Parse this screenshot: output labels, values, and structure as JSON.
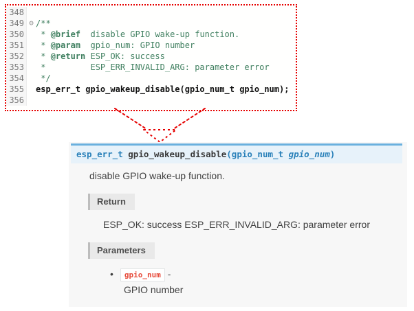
{
  "colors": {
    "highlight_border_red": "#e60000",
    "comment_green": "#3f7f5f",
    "line_number_gray": "#787878",
    "signature_background": "#e7f2fa",
    "signature_top_border": "#6ab0de",
    "signature_type_blue": "#2980b9",
    "param_literal_red": "#e74c3c",
    "doc_panel_background": "#f7f7f7",
    "field_label_background": "#e9e9e9"
  },
  "code_editor": {
    "lines": [
      {
        "num": "348",
        "segments": []
      },
      {
        "num": "349",
        "fold": "⊖",
        "segments": [
          {
            "text": "/**",
            "style": "comment"
          }
        ]
      },
      {
        "num": "350",
        "segments": [
          {
            "text": " * ",
            "style": "comment"
          },
          {
            "text": "@brief",
            "style": "tag"
          },
          {
            "text": "  disable GPIO wake-up function.",
            "style": "comment"
          }
        ]
      },
      {
        "num": "351",
        "segments": [
          {
            "text": " * ",
            "style": "comment"
          },
          {
            "text": "@param",
            "style": "tag"
          },
          {
            "text": "  gpio_num: GPIO number",
            "style": "comment"
          }
        ]
      },
      {
        "num": "352",
        "segments": [
          {
            "text": " * ",
            "style": "comment"
          },
          {
            "text": "@return",
            "style": "tag"
          },
          {
            "text": " ESP_OK: success",
            "style": "comment"
          }
        ]
      },
      {
        "num": "353",
        "segments": [
          {
            "text": " *         ESP_ERR_INVALID_ARG: parameter error",
            "style": "comment"
          }
        ]
      },
      {
        "num": "354",
        "segments": [
          {
            "text": " */",
            "style": "comment"
          }
        ]
      },
      {
        "num": "355",
        "segments": [
          {
            "text": "esp_err_t gpio_wakeup_disable(gpio_num_t gpio_num);",
            "style": "code"
          }
        ]
      },
      {
        "num": "356",
        "segments": []
      }
    ]
  },
  "doc": {
    "signature": {
      "return_type": "esp_err_t ",
      "name": "gpio_wakeup_disable",
      "params_open": "(gpio_num_t ",
      "param_name": "gpio_num",
      "params_close": ")"
    },
    "description": "disable GPIO wake-up function.",
    "return_section": {
      "label": "Return",
      "text": "ESP_OK: success ESP_ERR_INVALID_ARG: parameter error"
    },
    "parameters_section": {
      "label": "Parameters",
      "items": [
        {
          "bullet": "•",
          "name": "gpio_num",
          "separator": " - ",
          "description": "GPIO number"
        }
      ]
    }
  }
}
